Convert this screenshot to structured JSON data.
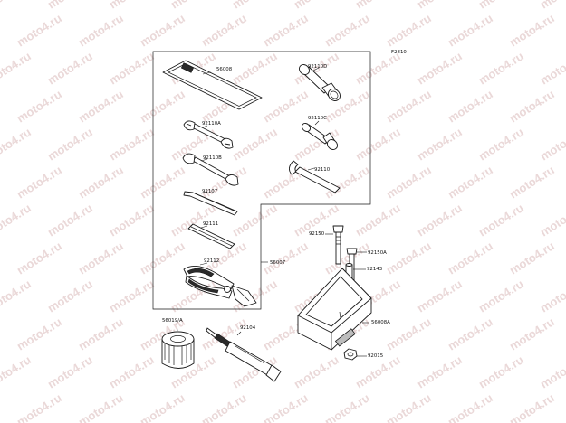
{
  "diagram": {
    "figure_code": "F2810",
    "watermark": "moto4.ru",
    "labels": {
      "tool_bag": "56008",
      "wrench_a": "92110A",
      "wrench_b": "92110B",
      "screwdriver": "92107",
      "screwdriver_handle": "92111",
      "pliers": "92112",
      "tool_kit": "56007",
      "box_wrench_d": "92110D",
      "box_wrench_c": "92110C",
      "hook_wrench": "92110",
      "bolt": "92150",
      "bolt_a": "92150A",
      "collar": "92143",
      "case": "56008A",
      "nut": "92015",
      "oil_filter": "56019/A",
      "grease_tube": "92104"
    },
    "colors": {
      "line": "#1a1a1a",
      "watermark": "#d9b9b9",
      "background": "#ffffff"
    }
  }
}
